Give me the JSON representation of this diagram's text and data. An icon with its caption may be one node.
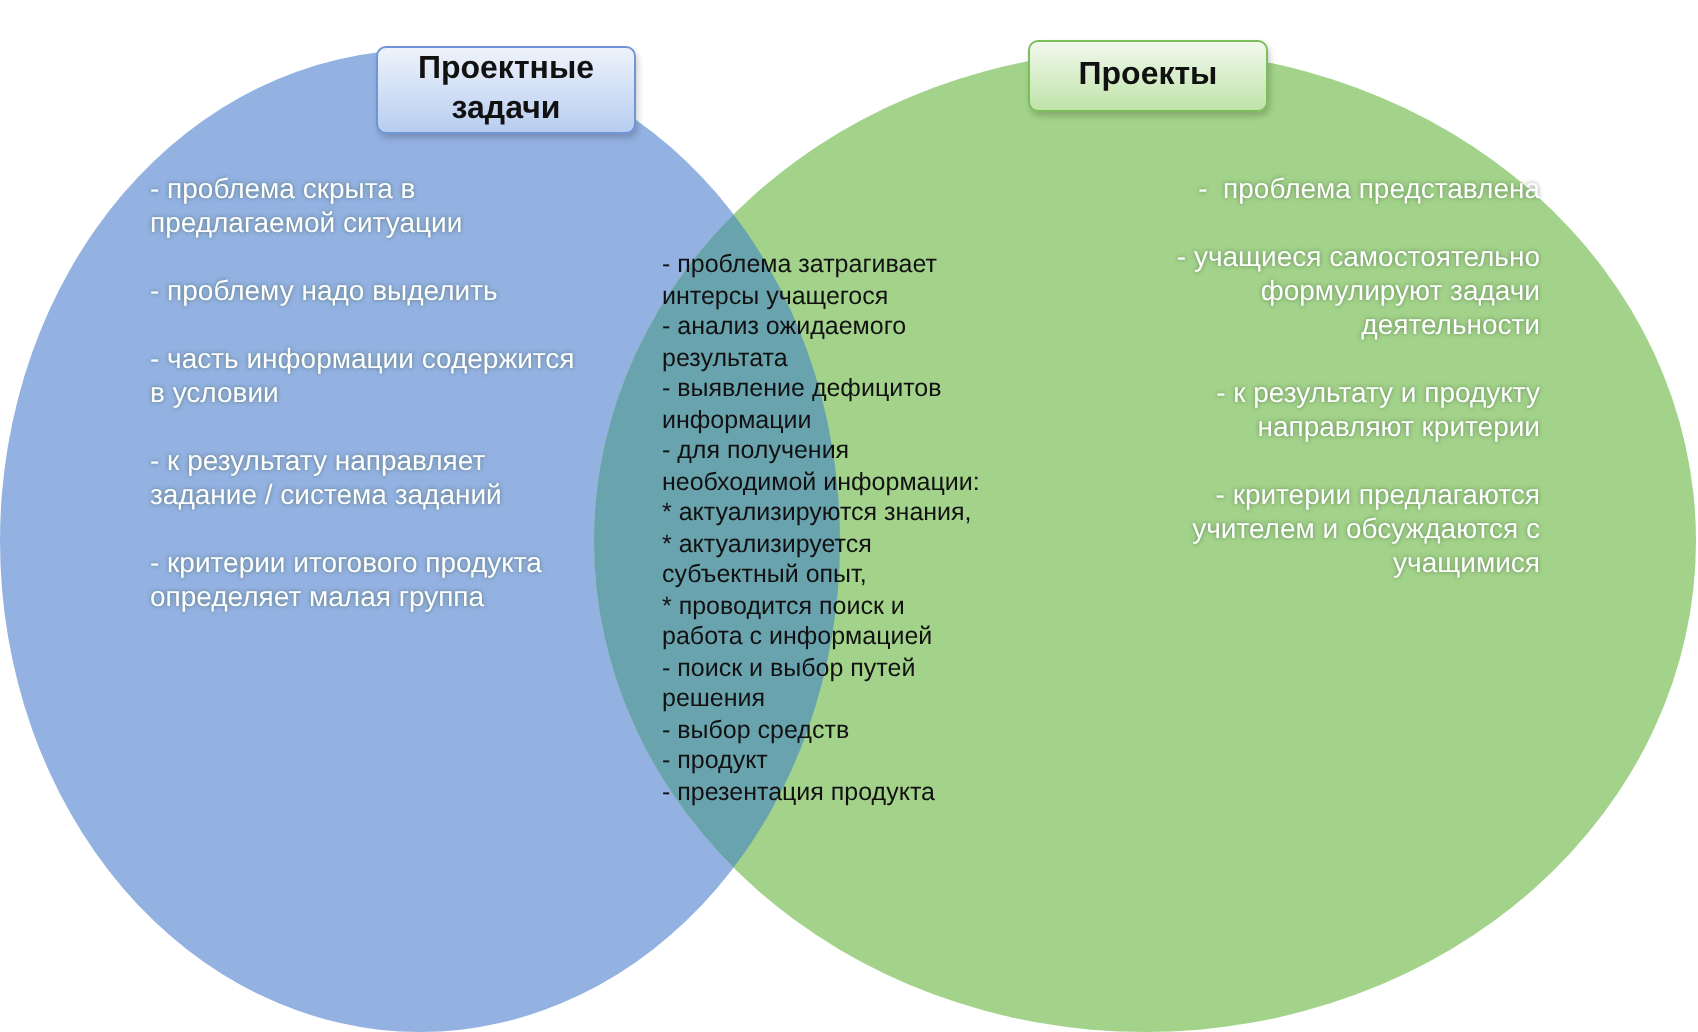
{
  "diagram": {
    "nodes": [
      {
        "text": [
          "- проблема скрыта в предлагаемой ситуации",
          "- проблему надо выделить",
          "- часть информации содержится в условии",
          "- к результату направляет задание / система заданий",
          "- критерии итогового продукта определяет малая группа"
        ]
      },
      {
        "text": [
          "Проектные задачи"
        ],
        "in": 0
      },
      {
        "text": [
          "-  проблема представлена",
          "- учащиеся самостоятельно формулируют задачи деятельности",
          "- к результату и продукту направляют критерии",
          "- критерии предлагаются учителем и обсуждаются с учащимися"
        ]
      },
      {
        "text": [
          "Проекты"
        ],
        "in": 2
      }
    ],
    "labels": [
      "- проблема затрагивает интерсы учащегося",
      "- анализ ожидаемого результата",
      "- выявление дефицитов информации",
      "- для получения необходимой информации:",
      "* актуализируются знания,",
      "* актуализируется субъектный опыт,",
      "* проводится поиск и работа с информацией",
      "- поиск и выбор путей решения",
      "- выбор средств",
      "- продукт",
      "- презентация продукта"
    ]
  }
}
